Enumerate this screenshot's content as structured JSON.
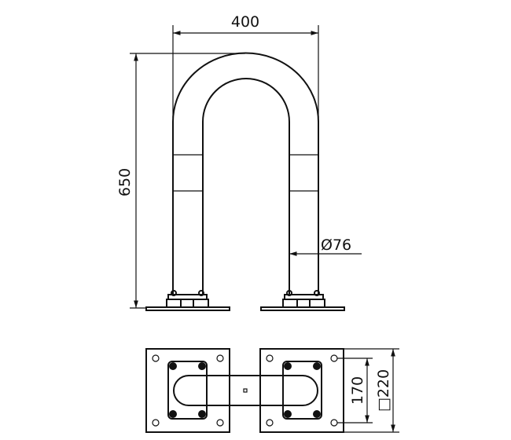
{
  "drawing": {
    "title": "U-shaped steel barrier tube drawing",
    "dimensions": {
      "width": "400",
      "height": "650",
      "diameter": "Ø76",
      "bolt_spacing": "170",
      "plate_size": "□220"
    }
  }
}
